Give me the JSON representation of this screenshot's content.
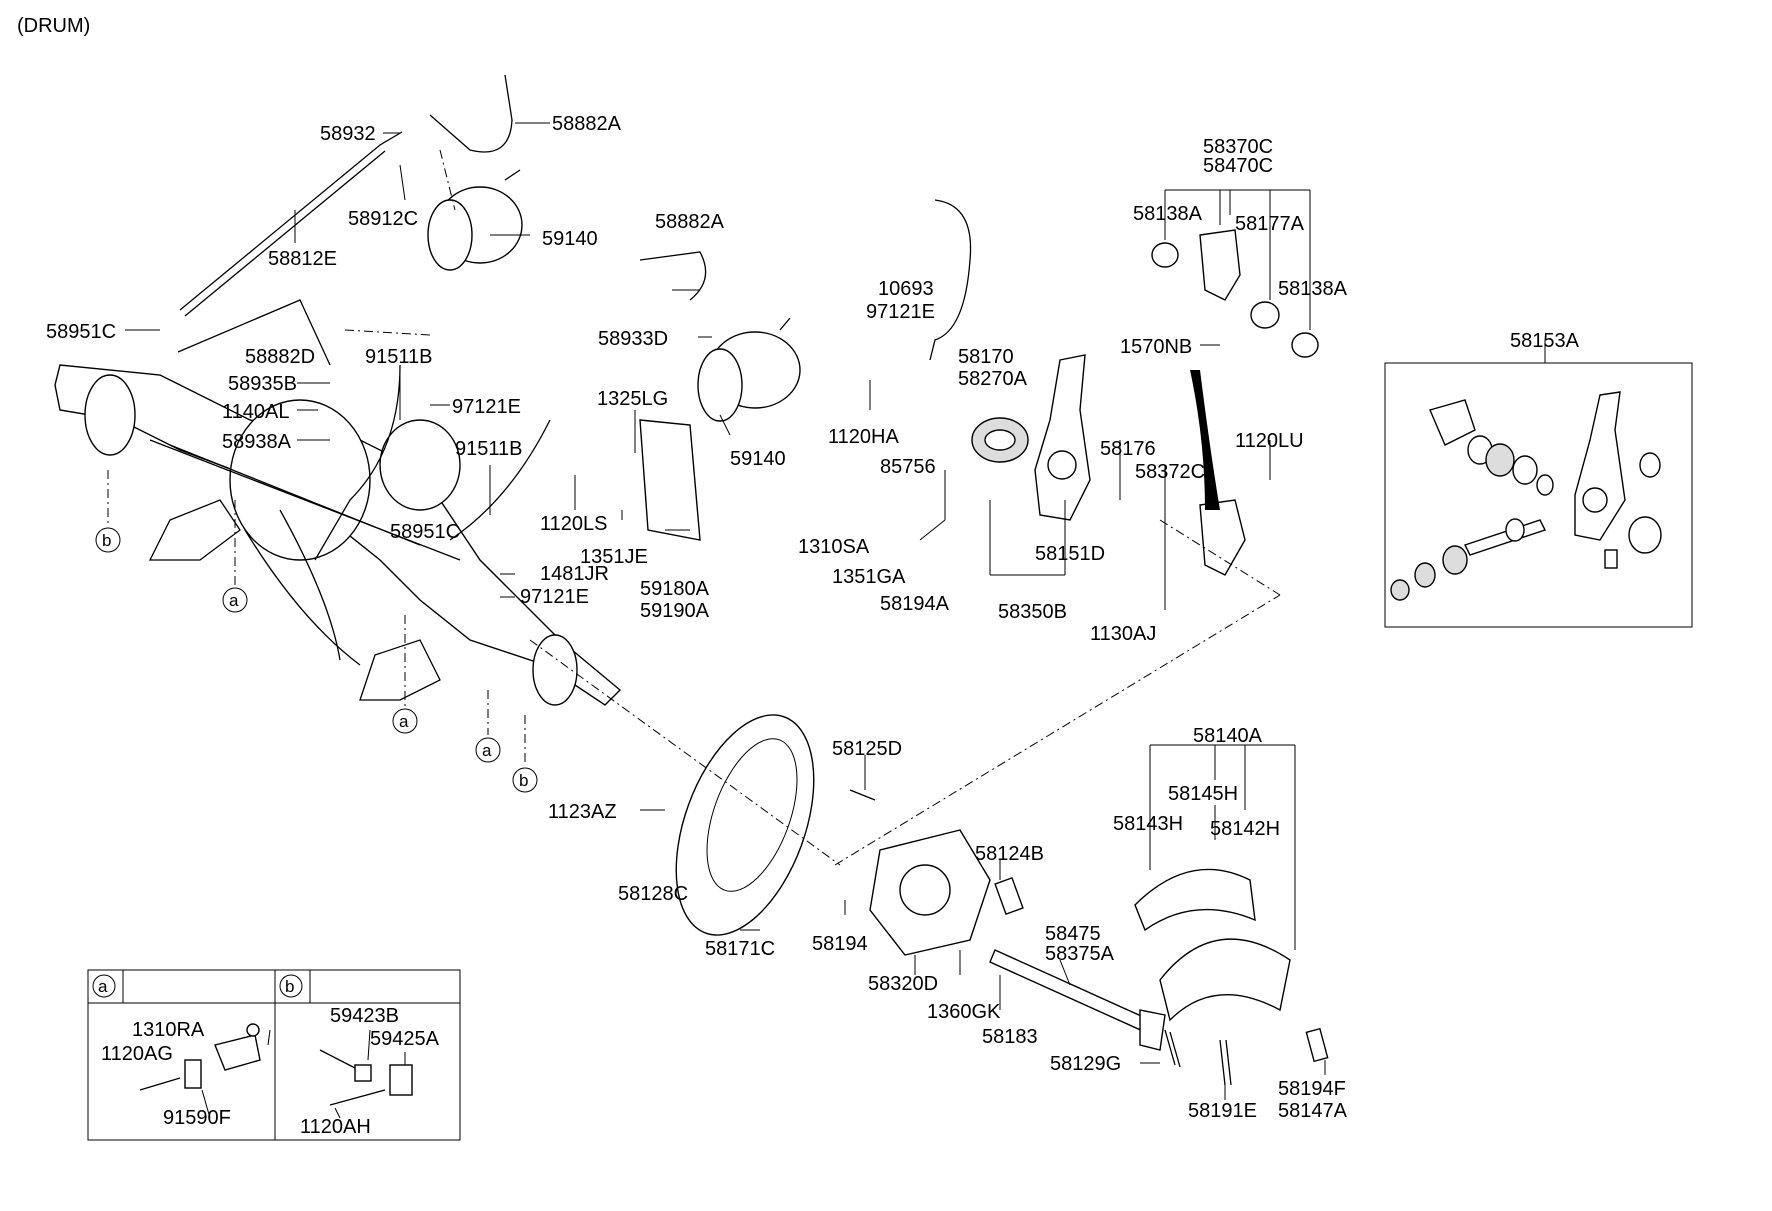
{
  "header": {
    "title": "(DRUM)"
  },
  "labels": {
    "l58882A_1": "58882A",
    "l58932": "58932",
    "l58912C": "58912C",
    "l59140_1": "59140",
    "l58812E": "58812E",
    "l58951C_1": "58951C",
    "l58882D": "58882D",
    "l58935B": "58935B",
    "l1140AL": "1140AL",
    "l58938A": "58938A",
    "l91511B_1": "91511B",
    "l97121E_1": "97121E",
    "l91511B_2": "91511B",
    "l58951C_2": "58951C",
    "l1481JR": "1481JR",
    "l97121E_2": "97121E",
    "l58882A_2": "58882A",
    "l58933D": "58933D",
    "l1325LG": "1325LG",
    "l59140_2": "59140",
    "l1120LS": "1120LS",
    "l1351JE": "1351JE",
    "l59180A": "59180A",
    "l59190A": "59190A",
    "l10693": "10693",
    "l97121E_3": "97121E",
    "l58170": "58170",
    "l58270A": "58270A",
    "l1120HA": "1120HA",
    "l85756": "85756",
    "l1310SA": "1310SA",
    "l1351GA": "1351GA",
    "l58194A": "58194A",
    "l58176": "58176",
    "l58372C": "58372C",
    "l58151D": "58151D",
    "l58350B": "58350B",
    "l1130AJ": "1130AJ",
    "l1120LU": "1120LU",
    "l58370C": "58370C",
    "l58470C": "58470C",
    "l58138A_1": "58138A",
    "l58177A": "58177A",
    "l58138A_2": "58138A",
    "l1570NB": "1570NB",
    "l58153A": "58153A",
    "l58125D": "58125D",
    "l1123AZ": "1123AZ",
    "l58128C": "58128C",
    "l58171C": "58171C",
    "l58124B": "58124B",
    "l58194": "58194",
    "l58320D": "58320D",
    "l1360GK": "1360GK",
    "l58183": "58183",
    "l58475": "58475",
    "l58375A": "58375A",
    "l58140A": "58140A",
    "l58145H": "58145H",
    "l58143H": "58143H",
    "l58142H": "58142H",
    "l58129G": "58129G",
    "l58191E": "58191E",
    "l58194F": "58194F",
    "l58147A": "58147A"
  },
  "callouts": {
    "a": "a",
    "b": "b"
  },
  "legend": {
    "a_header": "a",
    "b_header": "b",
    "l1310RA": "1310RA",
    "l1120AG": "1120AG",
    "l91590F": "91590F",
    "l59423B": "59423B",
    "l59425A": "59425A",
    "l1120AH": "1120AH"
  }
}
